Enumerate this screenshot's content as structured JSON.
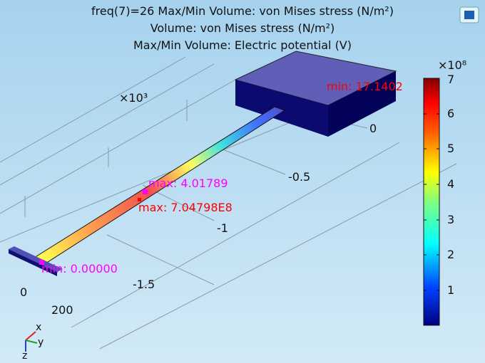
{
  "title": {
    "line1": "freq(7)=26   Max/Min Volume: von Mises stress (N/m²)",
    "line2": "Volume: von Mises stress (N/m²)",
    "line3": "Max/Min Volume: Electric potential (V)"
  },
  "axes": {
    "multiplier": "×10³",
    "ticks_y": [
      "0",
      "-0.5",
      "-1",
      "-1.5"
    ],
    "ticks_x": [
      "0",
      "200"
    ]
  },
  "annotations": {
    "stress_min": "min: 17.1402",
    "stress_max": "max: 7.04798E8",
    "potential_max": "max: 4.01789",
    "potential_min": "min: 0.00000"
  },
  "colorbar": {
    "multiplier": "×10⁸",
    "ticks": [
      "7",
      "6",
      "5",
      "4",
      "3",
      "2",
      "1"
    ],
    "colormap": "rainbow",
    "range": [
      17.1402,
      704798000.0
    ]
  },
  "triad": {
    "x": "x",
    "y": "y",
    "z": "z"
  },
  "colors": {
    "stress_label": "#ff0000",
    "potential_label": "#ff00ff",
    "block": "#5f5fb8"
  }
}
